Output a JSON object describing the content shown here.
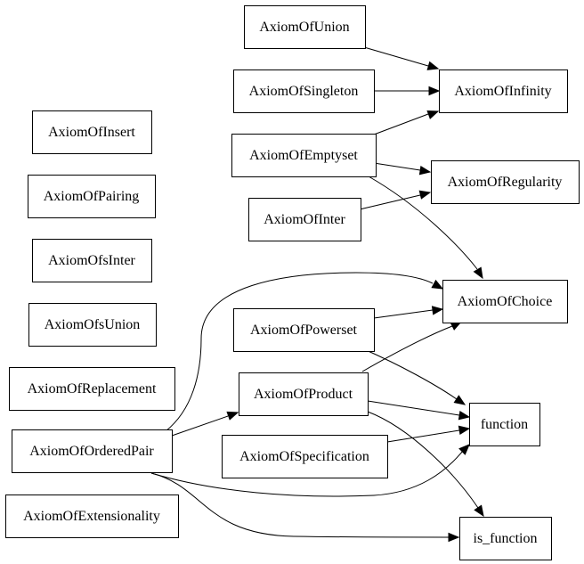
{
  "diagram": {
    "nodes": [
      {
        "id": "union",
        "label": "AxiomOfUnion"
      },
      {
        "id": "singleton",
        "label": "AxiomOfSingleton"
      },
      {
        "id": "infinity",
        "label": "AxiomOfInfinity"
      },
      {
        "id": "insert",
        "label": "AxiomOfInsert"
      },
      {
        "id": "emptyset",
        "label": "AxiomOfEmptyset"
      },
      {
        "id": "regularity",
        "label": "AxiomOfRegularity"
      },
      {
        "id": "pairing",
        "label": "AxiomOfPairing"
      },
      {
        "id": "inter",
        "label": "AxiomOfInter"
      },
      {
        "id": "sinter",
        "label": "AxiomOfsInter"
      },
      {
        "id": "choice",
        "label": "AxiomOfChoice"
      },
      {
        "id": "sunion",
        "label": "AxiomOfsUnion"
      },
      {
        "id": "powerset",
        "label": "AxiomOfPowerset"
      },
      {
        "id": "replacement",
        "label": "AxiomOfReplacement"
      },
      {
        "id": "product",
        "label": "AxiomOfProduct"
      },
      {
        "id": "function",
        "label": "function"
      },
      {
        "id": "orderedpair",
        "label": "AxiomOfOrderedPair"
      },
      {
        "id": "specification",
        "label": "AxiomOfSpecification"
      },
      {
        "id": "extensionality",
        "label": "AxiomOfExtensionality"
      },
      {
        "id": "is_function",
        "label": "is_function"
      }
    ],
    "edges": [
      {
        "from": "union",
        "to": "infinity"
      },
      {
        "from": "singleton",
        "to": "infinity"
      },
      {
        "from": "emptyset",
        "to": "infinity"
      },
      {
        "from": "emptyset",
        "to": "regularity"
      },
      {
        "from": "emptyset",
        "to": "choice"
      },
      {
        "from": "inter",
        "to": "regularity"
      },
      {
        "from": "orderedpair",
        "to": "choice"
      },
      {
        "from": "powerset",
        "to": "choice"
      },
      {
        "from": "powerset",
        "to": "function"
      },
      {
        "from": "product",
        "to": "choice"
      },
      {
        "from": "product",
        "to": "function"
      },
      {
        "from": "product",
        "to": "is_function"
      },
      {
        "from": "orderedpair",
        "to": "product"
      },
      {
        "from": "orderedpair",
        "to": "function"
      },
      {
        "from": "orderedpair",
        "to": "is_function"
      },
      {
        "from": "specification",
        "to": "function"
      }
    ]
  }
}
